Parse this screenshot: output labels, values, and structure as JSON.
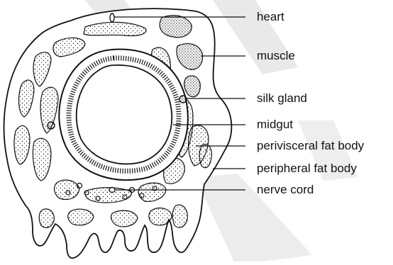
{
  "diagram": {
    "labels": {
      "heart": "heart",
      "muscle": "muscle",
      "silk_gland": "silk gland",
      "midgut": "midgut",
      "perivisceral_fat_body": "perivisceral fat body",
      "peripheral_fat_body": "peripheral fat body",
      "nerve_cord": "nerve cord"
    },
    "colors": {
      "ink": "#111111",
      "watermark": "#e6e6e6",
      "background": "#ffffff"
    }
  }
}
